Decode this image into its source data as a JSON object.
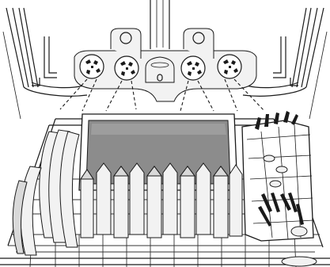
{
  "figure": {
    "palette": {
      "ink": "#1a1a1a",
      "plate_fill": "#f2f2f2",
      "shade_fill": "#d9d9d9",
      "pan_fill": "#8c8c8c",
      "background": "#ffffff"
    },
    "components": [
      "spray-manifold",
      "spray-nozzles",
      "sheet-pan",
      "dinner-plates",
      "large-plates",
      "cutlery-basket",
      "lower-rack-wire",
      "tub-side-walls"
    ],
    "nozzle_count": 4,
    "spray_streams_per_nozzle": 2
  }
}
